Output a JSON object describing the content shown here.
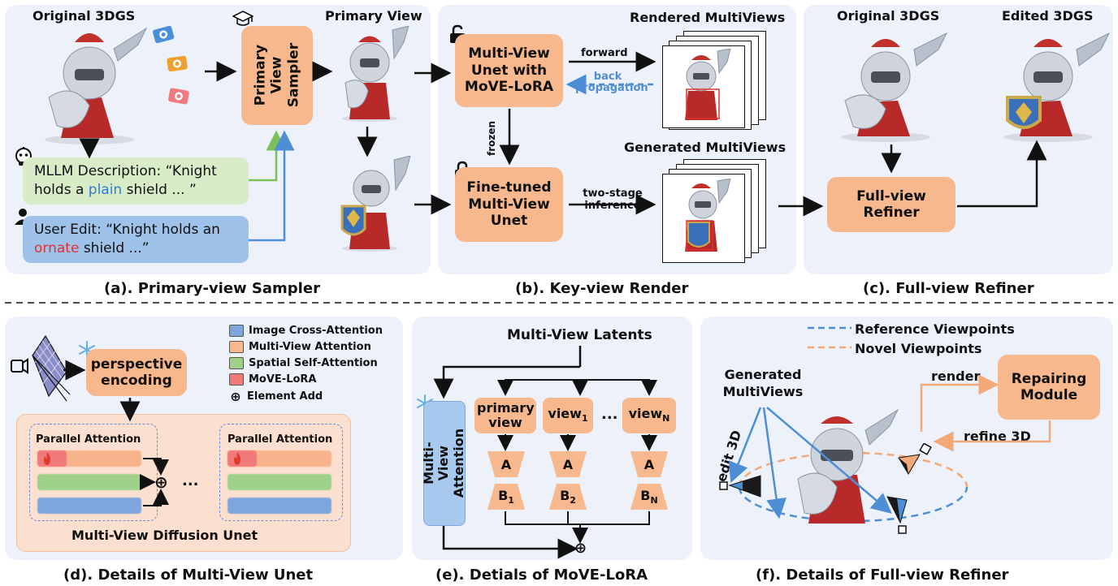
{
  "a": {
    "original": "Original 3DGS",
    "sampler": "Primary View Sampler",
    "primary_view": "Primary View",
    "mllm_prefix": "MLLM Description: “Knight holds a ",
    "mllm_word": "plain",
    "mllm_suffix": " shield ... ”",
    "user_prefix": "User Edit: “Knight holds an ",
    "user_word": "ornate",
    "user_suffix": " shield ...”",
    "caption": "(a). Primary-view Sampler"
  },
  "b": {
    "unet_lora": "Multi-View Unet with MoVE-LoRA",
    "forward": "forward",
    "back": "back propagation",
    "frozen": "frozen",
    "finetuned": "Fine-tuned Multi-View Unet",
    "two_stage": "two-stage inference",
    "rendered": "Rendered MultiViews",
    "generated": "Generated MultiViews",
    "caption": "(b). Key-view Render"
  },
  "c": {
    "original": "Original 3DGS",
    "edited": "Edited 3DGS",
    "refiner": "Full-view Refiner",
    "caption": "(c). Full-view Refiner"
  },
  "d": {
    "perspective": "perspective encoding",
    "legend": [
      "Image Cross-Attention",
      "Multi-View Attention",
      "Spatial Self-Attention",
      "MoVE-LoRA",
      "Element Add"
    ],
    "parallel": "Parallel Attention",
    "dots": "...",
    "diffusion": "Multi-View Diffusion Unet",
    "caption": "(d). Details of Multi-View Unet"
  },
  "e": {
    "latents": "Multi-View Latents",
    "mva": "Multi-View Attention",
    "primary": "primary view",
    "view1": "view",
    "view1_sub": "1",
    "viewN": "view",
    "viewN_sub": "N",
    "dots": "...",
    "a1": "A",
    "a2": "A",
    "a3": "A",
    "b1": "B",
    "b1_sub": "1",
    "b2": "B",
    "b2_sub": "2",
    "b3": "B",
    "b3_sub": "N",
    "caption": "(e). Detials of MoVE-LoRA"
  },
  "f": {
    "ref": "Reference Viewpoints",
    "novel": "Novel Viewpoints",
    "generated": "Generated MultiViews",
    "edit3d": "edit 3D",
    "render": "render",
    "repair": "Repairing Module",
    "refine": "refine 3D",
    "caption": "(f). Details of Full-view Refiner"
  },
  "colors": {
    "panel": "#edf2fa",
    "orange": "#f6b88c",
    "green": "#d9ecc8",
    "blue": "#9ec2ea",
    "red": "#f08080",
    "plain_word": "#2e7bd6",
    "ornate_word": "#e03030",
    "blue_arrow": "#4d8ed4",
    "orange_arrow": "#f3a878"
  },
  "icons": [
    "graduation-cap-icon",
    "camera-icon",
    "lock-open-icon",
    "lock-icon",
    "snowflake-icon",
    "fire-icon",
    "robot-icon",
    "user-icon",
    "camera-frustum-icon"
  ]
}
